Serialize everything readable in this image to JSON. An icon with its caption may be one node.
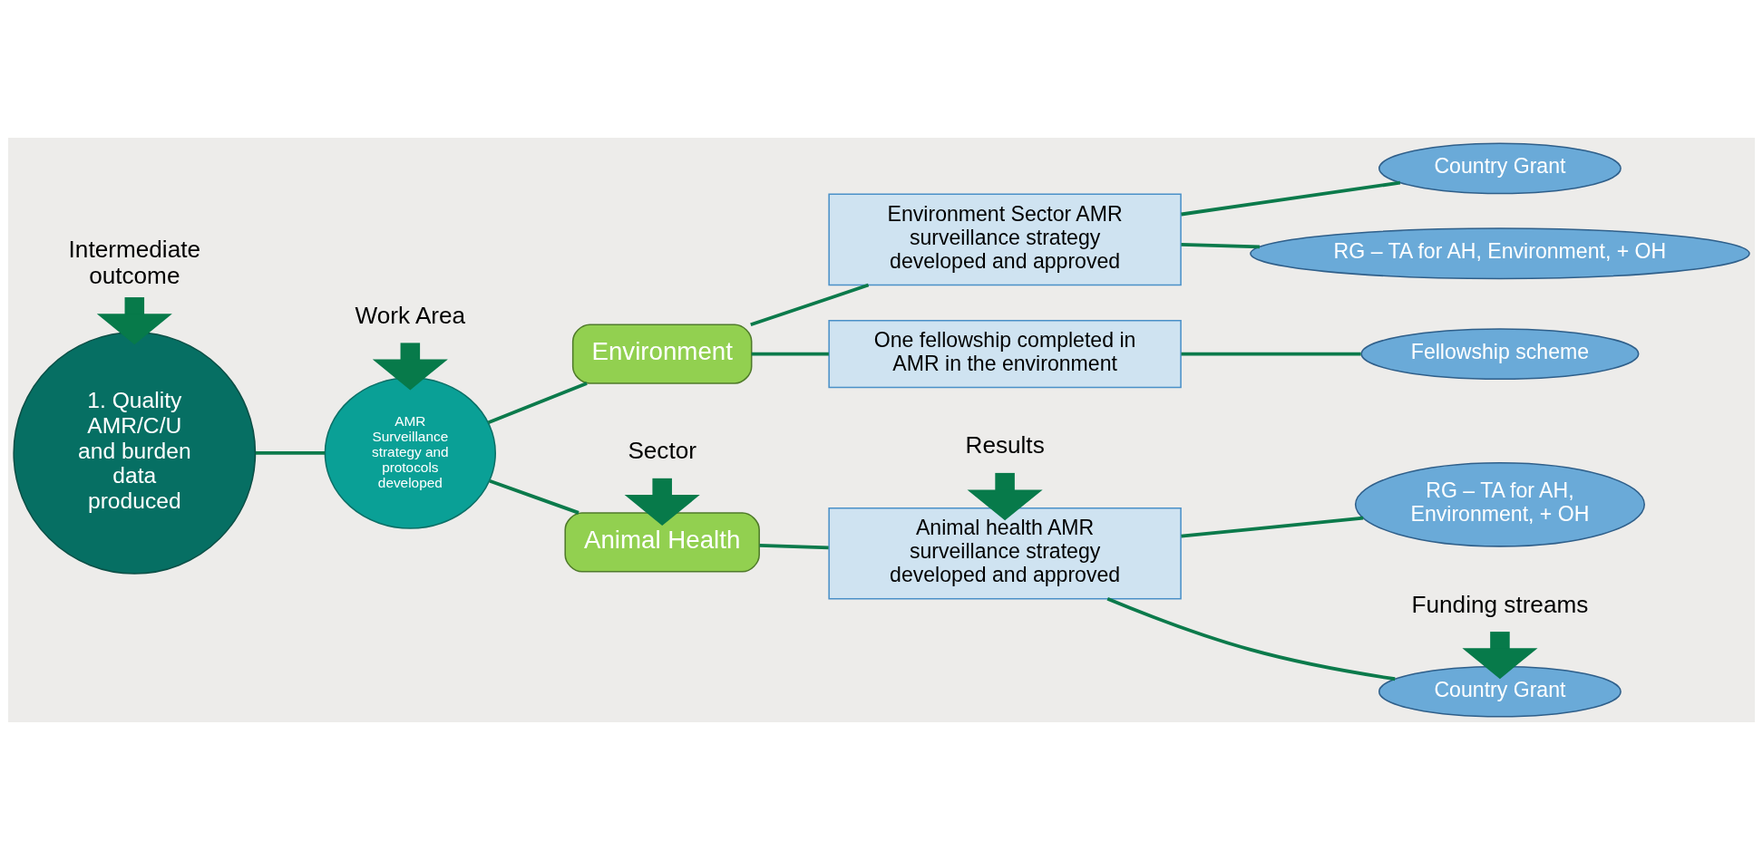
{
  "diagram": {
    "nodes": [
      {
        "text": [
          "1. Quality AMR/C/U and burden data produced"
        ]
      },
      {
        "text": [
          "AMR Surveillance strategy and protocols developed"
        ]
      },
      {
        "text": [
          "Animal Health"
        ]
      },
      {
        "text": [
          "Environment"
        ]
      },
      {
        "text": [
          "Animal health AMR surveillance strategy developed and approved"
        ]
      },
      {
        "text": [
          "Environment Sector AMR surveillance strategy developed and approved"
        ]
      },
      {
        "text": [
          "One fellowship completed in AMR in the environment"
        ]
      },
      {
        "text": [
          "Country Grant"
        ]
      },
      {
        "text": [
          "RG – TA for AH, Environment, + OH"
        ]
      },
      {
        "text": [
          "Country Grant"
        ]
      },
      {
        "text": [
          "RG – TA for AH, Environment, + OH"
        ]
      },
      {
        "text": [
          "Fellowship scheme"
        ]
      },
      {
        "text": [
          "Intermediate outcome"
        ]
      },
      {
        "text": [
          "Work Area"
        ]
      },
      {
        "text": [
          "Sector"
        ]
      },
      {
        "text": [
          "Results"
        ]
      },
      {
        "text": [
          "Funding streams"
        ]
      }
    ],
    "edges": [
      {
        "from": 0,
        "to": 1,
        "arrow": "none"
      },
      {
        "from": 1,
        "to": 2,
        "arrow": "none"
      },
      {
        "from": 1,
        "to": 3,
        "arrow": "none"
      },
      {
        "from": 2,
        "to": 4,
        "arrow": "none"
      },
      {
        "from": 3,
        "to": 5,
        "arrow": "none"
      },
      {
        "from": 3,
        "to": 6,
        "arrow": "none"
      },
      {
        "from": 4,
        "to": 7,
        "arrow": "none"
      },
      {
        "from": 4,
        "to": 8,
        "arrow": "none"
      },
      {
        "from": 5,
        "to": 9,
        "arrow": "none"
      },
      {
        "from": 5,
        "to": 10,
        "arrow": "none"
      },
      {
        "from": 6,
        "to": 11,
        "arrow": "none"
      },
      {
        "from": 12,
        "to": 0,
        "arrow": "to",
        "style": "thick"
      },
      {
        "from": 13,
        "to": 1,
        "arrow": "to",
        "style": "thick"
      },
      {
        "from": 14,
        "to": 2,
        "arrow": "to",
        "style": "thick"
      },
      {
        "from": 15,
        "to": 4,
        "arrow": "to",
        "style": "thick"
      },
      {
        "from": 16,
        "to": 7,
        "arrow": "to",
        "style": "thick"
      }
    ]
  }
}
